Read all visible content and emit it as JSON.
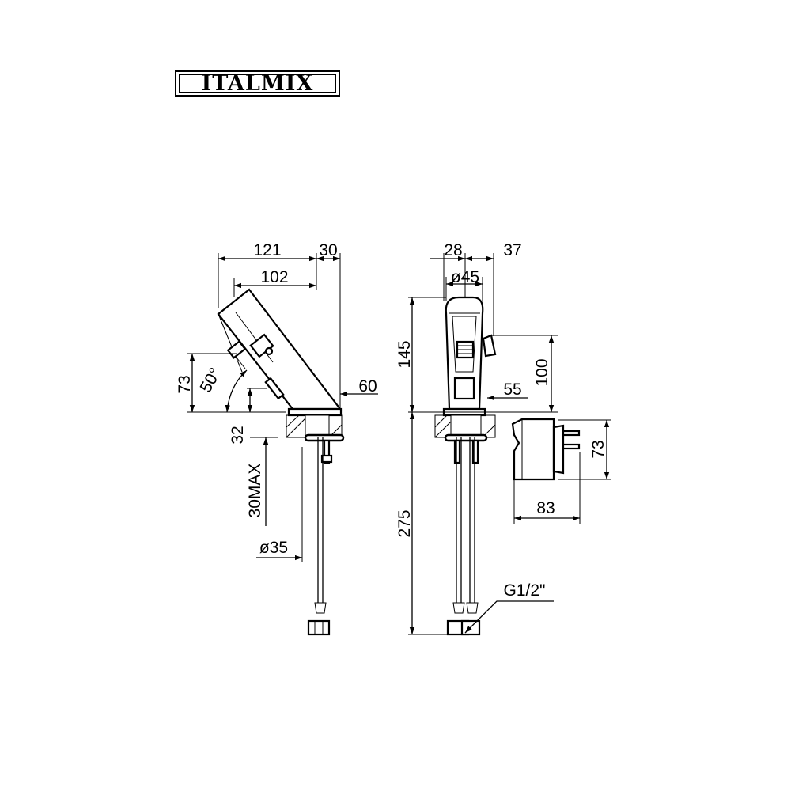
{
  "logo": {
    "brand": "ITALMIX"
  },
  "dimensions": {
    "side_width_total": "121",
    "side_width_right": "30",
    "side_spout_length": "102",
    "side_height": "73",
    "side_angle": "50°",
    "side_base_offset": "60",
    "side_base_height": "32",
    "side_max_thickness": "30MAX",
    "side_hole_diameter": "ø35",
    "front_width_left": "28",
    "front_width_right": "37",
    "front_diameter": "ø45",
    "front_height": "145",
    "front_side_height": "100",
    "front_small_offset": "55",
    "front_hose_length": "275",
    "adapter_height": "73",
    "adapter_width": "83",
    "thread_size": "G1/2\""
  }
}
